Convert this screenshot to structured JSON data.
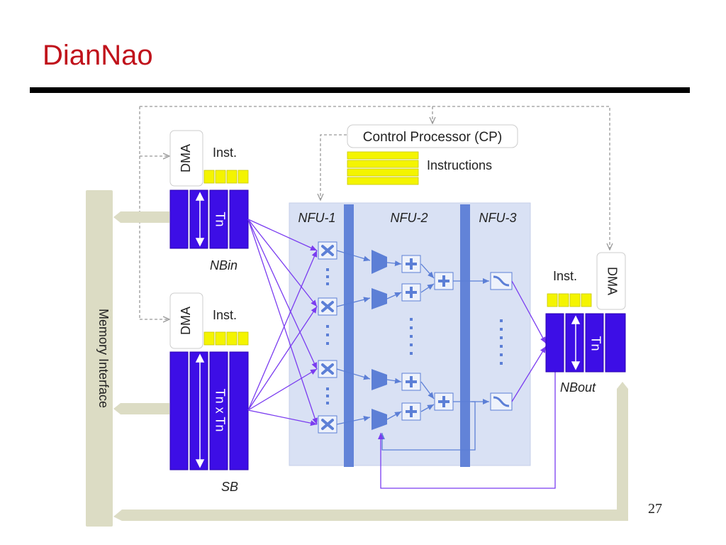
{
  "slide": {
    "title": "DianNao",
    "page_number": "27"
  },
  "colors": {
    "title": "#c0121b",
    "buffer_fill": "#3d0ee6",
    "nfu_background": "#d9e1f4",
    "wire": "#7a3cf0",
    "instruction_fill": "#f4f400",
    "memory_interface": "#dcdcc4"
  },
  "diagram": {
    "control_processor": "Control Processor (CP)",
    "instructions": "Instructions",
    "dma": "DMA",
    "inst": "Inst.",
    "memory_interface": "Memory Interface",
    "nbin": "NBin",
    "sb": "SB",
    "nbout": "NBout",
    "tn": "Tn",
    "tn_x_tn": "Tn x Tn",
    "nfu1": "NFU-1",
    "nfu2": "NFU-2",
    "nfu3": "NFU-3"
  }
}
